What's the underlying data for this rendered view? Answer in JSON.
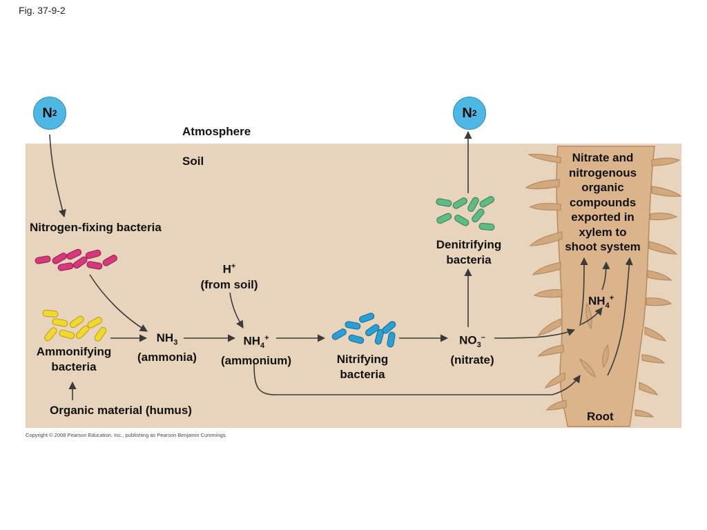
{
  "figure": {
    "label": "Fig. 37-9-2",
    "copyright": "Copyright © 2008 Pearson Education, Inc., publishing as Pearson Benjamin Cummings."
  },
  "atmosphere_label": "Atmosphere",
  "soil_label": "Soil",
  "n2": {
    "symbol": "N",
    "subscript": "2"
  },
  "bacteria": {
    "nitrogen_fixing": "Nitrogen-fixing bacteria",
    "ammonifying": [
      "Ammonifying",
      "bacteria"
    ],
    "nitrifying": [
      "Nitrifying",
      "bacteria"
    ],
    "denitrifying": [
      "Denitrifying",
      "bacteria"
    ]
  },
  "compounds": {
    "h_plus": {
      "symbol": "H",
      "charge": "+",
      "note": "(from soil)"
    },
    "nh3": {
      "symbol": "NH",
      "subscript": "3",
      "name": "(ammonia)"
    },
    "nh4": {
      "symbol": "NH",
      "subscript": "4",
      "charge": "+",
      "name": "(ammonium)"
    },
    "no3": {
      "symbol": "NO",
      "subscript": "3",
      "charge": "–",
      "name": "(nitrate)"
    },
    "root_nh4": {
      "symbol": "NH",
      "subscript": "4",
      "charge": "+"
    }
  },
  "organic_material": "Organic material (humus)",
  "root_label": "Root",
  "xylem_export": [
    "Nitrate and",
    "nitrogenous",
    "organic",
    "compounds",
    "exported in",
    "xylem to",
    "shoot system"
  ],
  "colors": {
    "soil": "#e8d3bd",
    "n2_circle": "#4fb7e3",
    "nitrogen_fixing": "#d6397a",
    "ammonifying": "#f1d930",
    "nitrifying": "#2a9fd4",
    "denitrifying": "#5fba86",
    "root": "#dcb48c"
  }
}
